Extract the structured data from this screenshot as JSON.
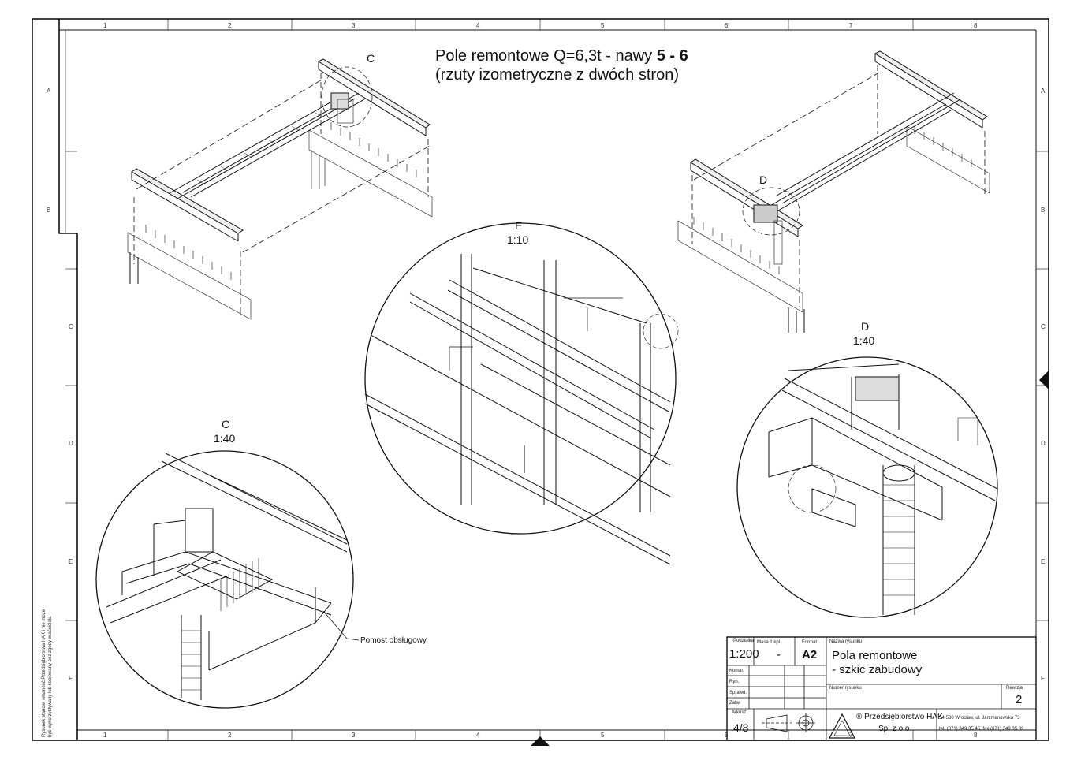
{
  "drawing": {
    "title_line1_prefix": "Pole remontowe Q=6,3t - nawy ",
    "title_line1_bold": "5 - 6",
    "title_line2": "(rzuty izometryczne z dwóch stron)",
    "callout_c": "C",
    "callout_d": "D",
    "detail_e": {
      "letter": "E",
      "scale": "1:10"
    },
    "detail_d": {
      "letter": "D",
      "scale": "1:40"
    },
    "detail_c": {
      "letter": "C",
      "scale": "1:40"
    },
    "leader_label": "Pomost obsługowy"
  },
  "grid": {
    "columns": [
      "1",
      "2",
      "3",
      "4",
      "5",
      "6",
      "7",
      "8"
    ],
    "rows": [
      "A",
      "B",
      "C",
      "D",
      "E",
      "F"
    ]
  },
  "side_note": {
    "line1": "Rysunek stanowi własność Przedsiębiorstwa HAK i nie może",
    "line2": "być wykorzystywany lub kopiowany bez zgody właściciela"
  },
  "title_block": {
    "podzialka_label": "Podziałka",
    "podzialka_value": "1:200",
    "masa_label": "Masa 1 kpl.",
    "masa_value": "-",
    "format_label": "Format",
    "format_value": "A2",
    "nazwa_label": "Nazwa rysunku",
    "nazwa_line1": "Pola remontowe",
    "nazwa_line2": "- szkic zabudowy",
    "numer_label": "Numer rysunku",
    "rewizja_label": "Rewizja",
    "rewizja_value": "2",
    "konstr_label": "Konstr.",
    "ryn_label": "Ryn.",
    "sprawd_label": "Sprawd.",
    "zatw_label": "Zatw.",
    "arkusz_label": "Arkusz",
    "arkusz_value": "4/8",
    "company_line1": "® Przedsiębiorstwo HAK",
    "company_line2": "Sp. z o.o.",
    "address_line1": "54-530 Wrocław, ul. Jarzmanowska 73",
    "address_line2": "tel. (071) 349 35 45, fax (071) 349 35 09"
  }
}
